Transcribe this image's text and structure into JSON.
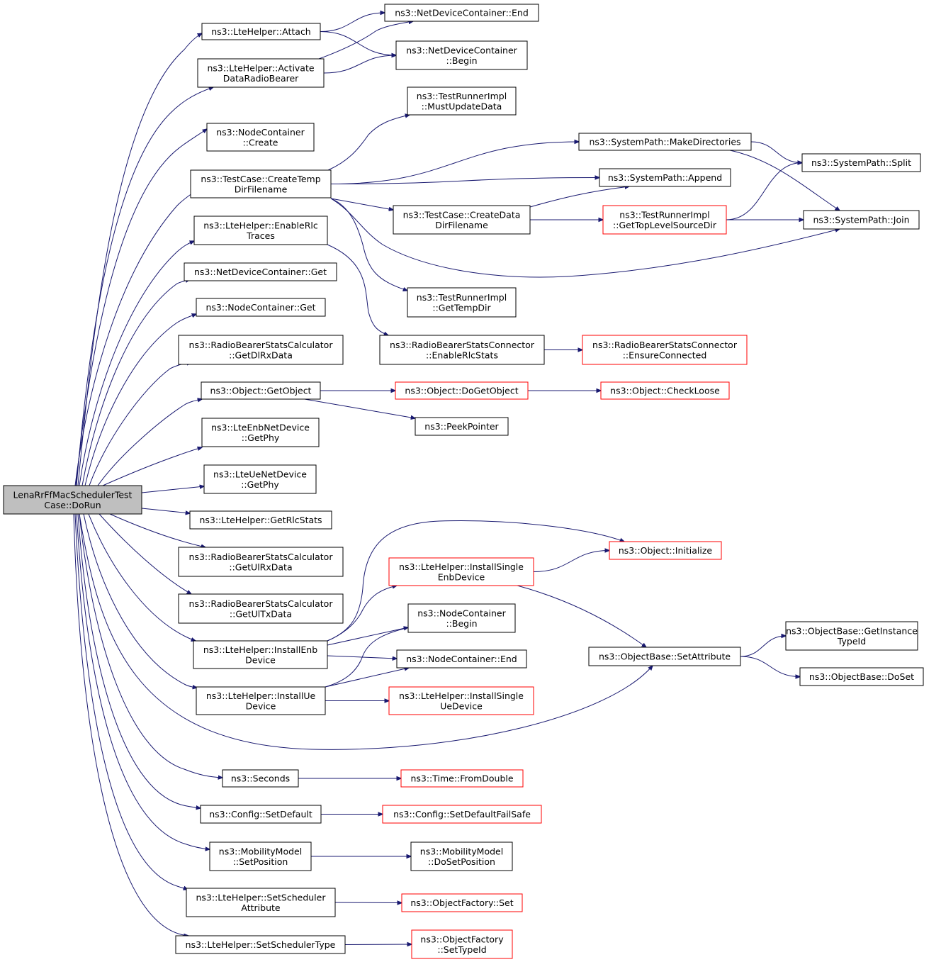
{
  "diagram": {
    "title": "Call graph of LenaRrFfMacSchedulerTestCase::DoRun",
    "colors": {
      "edge": "#191970",
      "node_border": "#000000",
      "node_border_truncated": "#ff0000",
      "root_fill": "#bfbfbf",
      "node_fill": "#ffffff"
    },
    "nodes": [
      {
        "id": "root",
        "lines": [
          "LenaRrFfMacSchedulerTest",
          "Case::DoRun"
        ],
        "style": "root"
      },
      {
        "id": "lte-attach",
        "lines": [
          "ns3::LteHelper::Attach"
        ],
        "style": "normal"
      },
      {
        "id": "lte-activate",
        "lines": [
          "ns3::LteHelper::Activate",
          "DataRadioBearer"
        ],
        "style": "normal"
      },
      {
        "id": "ndc-end",
        "lines": [
          "ns3::NetDeviceContainer::End"
        ],
        "style": "normal"
      },
      {
        "id": "ndc-begin",
        "lines": [
          "ns3::NetDeviceContainer",
          "::Begin"
        ],
        "style": "normal"
      },
      {
        "id": "nc-create",
        "lines": [
          "ns3::NodeContainer",
          "::Create"
        ],
        "style": "normal"
      },
      {
        "id": "tc-createtemp",
        "lines": [
          "ns3::TestCase::CreateTemp",
          "DirFilename"
        ],
        "style": "normal"
      },
      {
        "id": "tri-mustupdate",
        "lines": [
          "ns3::TestRunnerImpl",
          "::MustUpdateData"
        ],
        "style": "normal"
      },
      {
        "id": "sp-makedirs",
        "lines": [
          "ns3::SystemPath::MakeDirectories"
        ],
        "style": "normal"
      },
      {
        "id": "sp-split",
        "lines": [
          "ns3::SystemPath::Split"
        ],
        "style": "normal"
      },
      {
        "id": "sp-append",
        "lines": [
          "ns3::SystemPath::Append"
        ],
        "style": "normal"
      },
      {
        "id": "tc-createdata",
        "lines": [
          "ns3::TestCase::CreateData",
          "DirFilename"
        ],
        "style": "normal"
      },
      {
        "id": "tri-gettoplevel",
        "lines": [
          "ns3::TestRunnerImpl",
          "::GetTopLevelSourceDir"
        ],
        "style": "red"
      },
      {
        "id": "sp-join",
        "lines": [
          "ns3::SystemPath::Join"
        ],
        "style": "normal"
      },
      {
        "id": "lte-enablerlc",
        "lines": [
          "ns3::LteHelper::EnableRlc",
          "Traces"
        ],
        "style": "normal"
      },
      {
        "id": "ndc-get",
        "lines": [
          "ns3::NetDeviceContainer::Get"
        ],
        "style": "normal"
      },
      {
        "id": "tri-gettempdir",
        "lines": [
          "ns3::TestRunnerImpl",
          "::GetTempDir"
        ],
        "style": "normal"
      },
      {
        "id": "nc-get",
        "lines": [
          "ns3::NodeContainer::Get"
        ],
        "style": "normal"
      },
      {
        "id": "rbsc-getdlrx",
        "lines": [
          "ns3::RadioBearerStatsCalculator",
          "::GetDlRxData"
        ],
        "style": "normal"
      },
      {
        "id": "rbsconn-enable",
        "lines": [
          "ns3::RadioBearerStatsConnector",
          "::EnableRlcStats"
        ],
        "style": "normal"
      },
      {
        "id": "rbsconn-ensure",
        "lines": [
          "ns3::RadioBearerStatsConnector",
          "::EnsureConnected"
        ],
        "style": "red"
      },
      {
        "id": "obj-getobject",
        "lines": [
          "ns3::Object::GetObject"
        ],
        "style": "normal"
      },
      {
        "id": "obj-dogetobject",
        "lines": [
          "ns3::Object::DoGetObject"
        ],
        "style": "red"
      },
      {
        "id": "obj-checkloose",
        "lines": [
          "ns3::Object::CheckLoose"
        ],
        "style": "red"
      },
      {
        "id": "peekpointer",
        "lines": [
          "ns3::PeekPointer"
        ],
        "style": "normal"
      },
      {
        "id": "enb-getphy",
        "lines": [
          "ns3::LteEnbNetDevice",
          "::GetPhy"
        ],
        "style": "normal"
      },
      {
        "id": "ue-getphy",
        "lines": [
          "ns3::LteUeNetDevice",
          "::GetPhy"
        ],
        "style": "normal"
      },
      {
        "id": "lte-getrlcstats",
        "lines": [
          "ns3::LteHelper::GetRlcStats"
        ],
        "style": "normal"
      },
      {
        "id": "obj-initialize",
        "lines": [
          "ns3::Object::Initialize"
        ],
        "style": "red"
      },
      {
        "id": "rbsc-getulrx",
        "lines": [
          "ns3::RadioBearerStatsCalculator",
          "::GetUlRxData"
        ],
        "style": "normal"
      },
      {
        "id": "lte-installsingleenb",
        "lines": [
          "ns3::LteHelper::InstallSingle",
          "EnbDevice"
        ],
        "style": "red"
      },
      {
        "id": "rbsc-getultx",
        "lines": [
          "ns3::RadioBearerStatsCalculator",
          "::GetUlTxData"
        ],
        "style": "normal"
      },
      {
        "id": "nc-begin",
        "lines": [
          "ns3::NodeContainer",
          "::Begin"
        ],
        "style": "normal"
      },
      {
        "id": "ob-getinstancetypeid",
        "lines": [
          "ns3::ObjectBase::GetInstance",
          "TypeId"
        ],
        "style": "normal"
      },
      {
        "id": "lte-installenb",
        "lines": [
          "ns3::LteHelper::InstallEnb",
          "Device"
        ],
        "style": "normal"
      },
      {
        "id": "nc-end",
        "lines": [
          "ns3::NodeContainer::End"
        ],
        "style": "normal"
      },
      {
        "id": "ob-setattribute",
        "lines": [
          "ns3::ObjectBase::SetAttribute"
        ],
        "style": "normal"
      },
      {
        "id": "ob-doset",
        "lines": [
          "ns3::ObjectBase::DoSet"
        ],
        "style": "normal"
      },
      {
        "id": "lte-installue",
        "lines": [
          "ns3::LteHelper::InstallUe",
          "Device"
        ],
        "style": "normal"
      },
      {
        "id": "lte-installsingleue",
        "lines": [
          "ns3::LteHelper::InstallSingle",
          "UeDevice"
        ],
        "style": "red"
      },
      {
        "id": "seconds",
        "lines": [
          "ns3::Seconds"
        ],
        "style": "normal"
      },
      {
        "id": "time-fromdouble",
        "lines": [
          "ns3::Time::FromDouble"
        ],
        "style": "red"
      },
      {
        "id": "cfg-setdefault",
        "lines": [
          "ns3::Config::SetDefault"
        ],
        "style": "normal"
      },
      {
        "id": "cfg-setdefaultfailsafe",
        "lines": [
          "ns3::Config::SetDefaultFailSafe"
        ],
        "style": "red"
      },
      {
        "id": "mm-setposition",
        "lines": [
          "ns3::MobilityModel",
          "::SetPosition"
        ],
        "style": "normal"
      },
      {
        "id": "mm-dosetposition",
        "lines": [
          "ns3::MobilityModel",
          "::DoSetPosition"
        ],
        "style": "normal"
      },
      {
        "id": "lte-setschedattr",
        "lines": [
          "ns3::LteHelper::SetScheduler",
          "Attribute"
        ],
        "style": "normal"
      },
      {
        "id": "of-set",
        "lines": [
          "ns3::ObjectFactory::Set"
        ],
        "style": "red"
      },
      {
        "id": "lte-setschedtype",
        "lines": [
          "ns3::LteHelper::SetSchedulerType"
        ],
        "style": "normal"
      },
      {
        "id": "of-settypeid",
        "lines": [
          "ns3::ObjectFactory",
          "::SetTypeId"
        ],
        "style": "red"
      }
    ],
    "edges": [
      {
        "from": "root",
        "to": "lte-attach"
      },
      {
        "from": "root",
        "to": "lte-activate"
      },
      {
        "from": "root",
        "to": "nc-create"
      },
      {
        "from": "root",
        "to": "tc-createtemp"
      },
      {
        "from": "root",
        "to": "lte-enablerlc"
      },
      {
        "from": "root",
        "to": "ndc-get"
      },
      {
        "from": "root",
        "to": "nc-get"
      },
      {
        "from": "root",
        "to": "rbsc-getdlrx"
      },
      {
        "from": "root",
        "to": "obj-getobject"
      },
      {
        "from": "root",
        "to": "enb-getphy"
      },
      {
        "from": "root",
        "to": "ue-getphy"
      },
      {
        "from": "root",
        "to": "lte-getrlcstats"
      },
      {
        "from": "root",
        "to": "rbsc-getulrx"
      },
      {
        "from": "root",
        "to": "rbsc-getultx"
      },
      {
        "from": "root",
        "to": "lte-installenb"
      },
      {
        "from": "root",
        "to": "lte-installue"
      },
      {
        "from": "root",
        "to": "ob-setattribute"
      },
      {
        "from": "root",
        "to": "seconds"
      },
      {
        "from": "root",
        "to": "cfg-setdefault"
      },
      {
        "from": "root",
        "to": "mm-setposition"
      },
      {
        "from": "root",
        "to": "lte-setschedattr"
      },
      {
        "from": "root",
        "to": "lte-setschedtype"
      },
      {
        "from": "lte-attach",
        "to": "ndc-end"
      },
      {
        "from": "lte-attach",
        "to": "ndc-begin"
      },
      {
        "from": "lte-activate",
        "to": "ndc-end"
      },
      {
        "from": "lte-activate",
        "to": "ndc-begin"
      },
      {
        "from": "tc-createtemp",
        "to": "tri-mustupdate"
      },
      {
        "from": "tc-createtemp",
        "to": "sp-makedirs"
      },
      {
        "from": "tc-createtemp",
        "to": "sp-append"
      },
      {
        "from": "tc-createtemp",
        "to": "tc-createdata"
      },
      {
        "from": "tc-createtemp",
        "to": "sp-join"
      },
      {
        "from": "tc-createtemp",
        "to": "tri-gettempdir"
      },
      {
        "from": "sp-makedirs",
        "to": "sp-split"
      },
      {
        "from": "sp-makedirs",
        "to": "sp-join"
      },
      {
        "from": "tc-createdata",
        "to": "sp-append"
      },
      {
        "from": "tc-createdata",
        "to": "tri-gettoplevel"
      },
      {
        "from": "tri-gettoplevel",
        "to": "sp-split"
      },
      {
        "from": "tri-gettoplevel",
        "to": "sp-join"
      },
      {
        "from": "lte-enablerlc",
        "to": "rbsconn-enable"
      },
      {
        "from": "rbsconn-enable",
        "to": "rbsconn-ensure"
      },
      {
        "from": "obj-getobject",
        "to": "obj-dogetobject"
      },
      {
        "from": "obj-getobject",
        "to": "peekpointer"
      },
      {
        "from": "obj-dogetobject",
        "to": "obj-checkloose"
      },
      {
        "from": "lte-installenb",
        "to": "obj-initialize"
      },
      {
        "from": "lte-installenb",
        "to": "lte-installsingleenb"
      },
      {
        "from": "lte-installenb",
        "to": "nc-begin"
      },
      {
        "from": "lte-installenb",
        "to": "nc-end"
      },
      {
        "from": "lte-installsingleenb",
        "to": "obj-initialize"
      },
      {
        "from": "lte-installsingleenb",
        "to": "ob-setattribute"
      },
      {
        "from": "ob-setattribute",
        "to": "ob-getinstancetypeid"
      },
      {
        "from": "ob-setattribute",
        "to": "ob-doset"
      },
      {
        "from": "lte-installue",
        "to": "nc-begin"
      },
      {
        "from": "lte-installue",
        "to": "nc-end"
      },
      {
        "from": "lte-installue",
        "to": "lte-installsingleue"
      },
      {
        "from": "seconds",
        "to": "time-fromdouble"
      },
      {
        "from": "cfg-setdefault",
        "to": "cfg-setdefaultfailsafe"
      },
      {
        "from": "mm-setposition",
        "to": "mm-dosetposition"
      },
      {
        "from": "lte-setschedattr",
        "to": "of-set"
      },
      {
        "from": "lte-setschedtype",
        "to": "of-settypeid"
      }
    ]
  }
}
